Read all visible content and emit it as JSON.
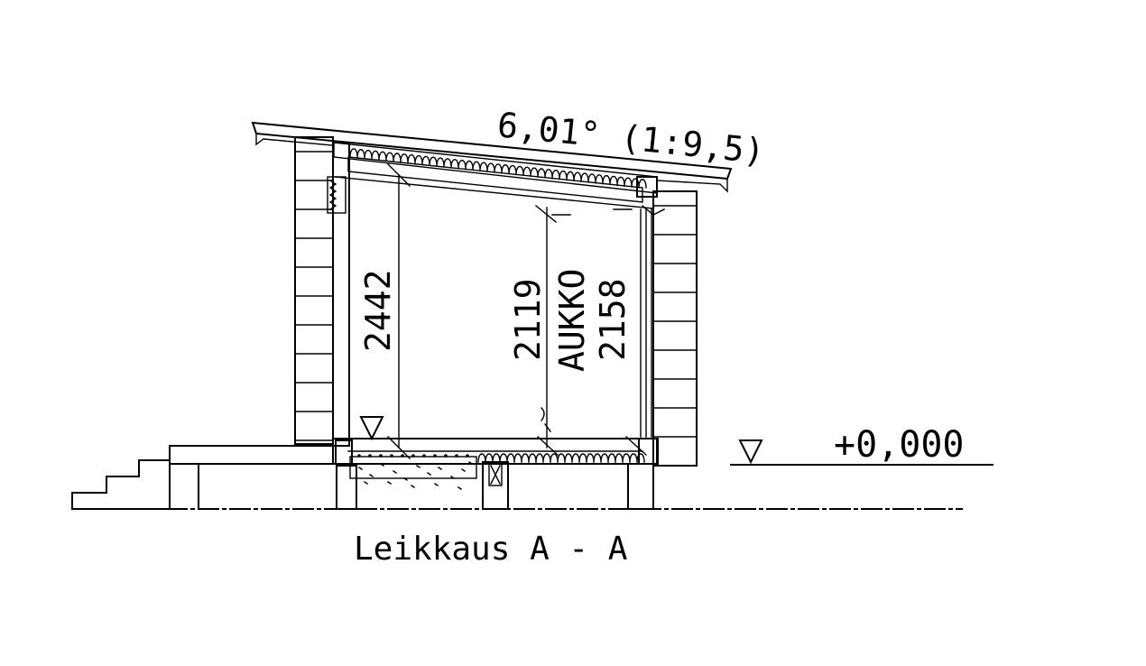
{
  "drawing": {
    "roof_slope_label": "6,01° (1:9,5)",
    "total_height_dim": "2442",
    "inner_height_dim": "2119",
    "opening_label": "AUKKO",
    "opening_height_dim": "2158",
    "level_label": "+0,000",
    "section_title": "Leikkaus A - A",
    "icons": {
      "level_marker": "level-triangle-icon",
      "floor_marker": "level-triangle-icon"
    }
  }
}
